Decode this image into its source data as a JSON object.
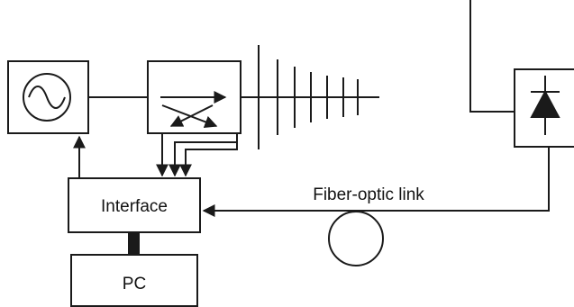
{
  "diagram": {
    "labels": {
      "interface": "Interface",
      "pc": "PC",
      "fiber_link": "Fiber-optic link"
    },
    "colors": {
      "stroke": "#1a1a1a",
      "background": "#ffffff"
    },
    "icons": {
      "signal_generator": "sine-wave-icon",
      "coupler": "directional-coupler-icon",
      "detector": "photodiode-icon",
      "fiber_loop": "fiber-coil-icon"
    },
    "antenna_elements": 7
  }
}
